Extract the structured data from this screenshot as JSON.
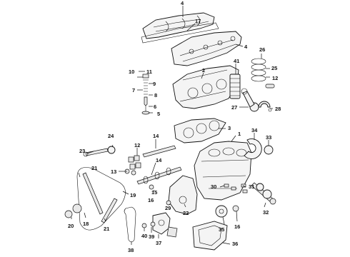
{
  "callouts": [
    {
      "id": "c1",
      "text": "1"
    },
    {
      "id": "c2",
      "text": "2"
    },
    {
      "id": "c3",
      "text": "3"
    },
    {
      "id": "c4a",
      "text": "4"
    },
    {
      "id": "c4b",
      "text": "4"
    },
    {
      "id": "c5",
      "text": "5"
    },
    {
      "id": "c6",
      "text": "6"
    },
    {
      "id": "c7",
      "text": "7"
    },
    {
      "id": "c8",
      "text": "8"
    },
    {
      "id": "c9",
      "text": "9"
    },
    {
      "id": "c10",
      "text": "10"
    },
    {
      "id": "c11",
      "text": "11"
    },
    {
      "id": "c12",
      "text": "12"
    },
    {
      "id": "c13",
      "text": "13"
    },
    {
      "id": "c14a",
      "text": "14"
    },
    {
      "id": "c14b",
      "text": "14"
    },
    {
      "id": "c15",
      "text": "15"
    },
    {
      "id": "c16a",
      "text": "16"
    },
    {
      "id": "c16b",
      "text": "16"
    },
    {
      "id": "c17",
      "text": "17"
    },
    {
      "id": "c18",
      "text": "18"
    },
    {
      "id": "c19",
      "text": "19"
    },
    {
      "id": "c20",
      "text": "20"
    },
    {
      "id": "c21a",
      "text": "21"
    },
    {
      "id": "c21b",
      "text": "21"
    },
    {
      "id": "c22",
      "text": "22"
    },
    {
      "id": "c23",
      "text": "23"
    },
    {
      "id": "c24",
      "text": "24"
    },
    {
      "id": "c25",
      "text": "25"
    },
    {
      "id": "c26",
      "text": "26"
    },
    {
      "id": "c27",
      "text": "27"
    },
    {
      "id": "c28",
      "text": "28"
    },
    {
      "id": "c29",
      "text": "29"
    },
    {
      "id": "c30",
      "text": "30"
    },
    {
      "id": "c31",
      "text": "31"
    },
    {
      "id": "c32",
      "text": "32"
    },
    {
      "id": "c33",
      "text": "33"
    },
    {
      "id": "c34",
      "text": "34"
    },
    {
      "id": "c35",
      "text": "35"
    },
    {
      "id": "c36",
      "text": "36"
    },
    {
      "id": "c37",
      "text": "37"
    },
    {
      "id": "c38",
      "text": "38"
    },
    {
      "id": "c39",
      "text": "39"
    },
    {
      "id": "c40",
      "text": "40"
    },
    {
      "id": "c41",
      "text": "41"
    }
  ]
}
